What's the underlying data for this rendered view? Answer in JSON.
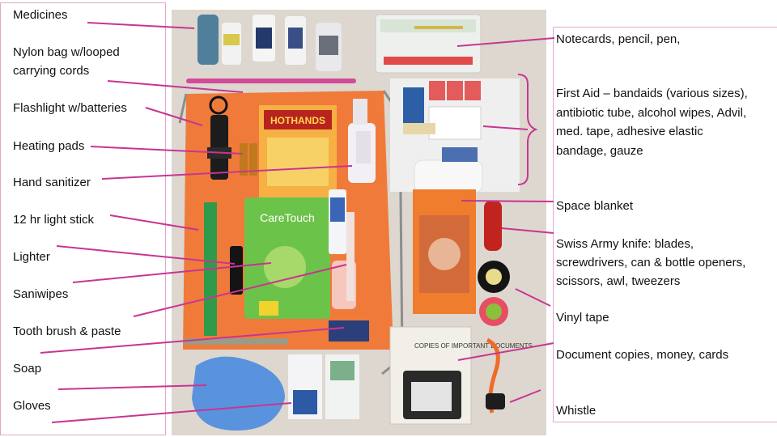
{
  "left_labels": [
    "Medicines",
    "Nylon bag w/looped",
    "carrying cords",
    "Flashlight w/batteries",
    "Heating pads",
    "Hand sanitizer",
    "12 hr light stick",
    "Lighter",
    "Saniwipes",
    "Tooth brush & paste",
    "Soap",
    "Gloves"
  ],
  "right_labels": [
    "Notecards, pencil, pen,",
    "First Aid – bandaids (various sizes),",
    "antibiotic tube, alcohol wipes, Advil,",
    "med. tape, adhesive elastic",
    "bandage, gauze",
    "Space blanket",
    "Swiss Army knife: blades,",
    "screwdrivers, can & bottle openers,",
    "scissors, awl, tweezers",
    "Vinyl tape",
    "Document copies, money, cards",
    "Whistle"
  ],
  "photo_text": {
    "hothands": "HOTHANDS",
    "caretouch": "CareTouch",
    "docs_note": "COPIES OF IMPORTANT DOCUMENTS"
  },
  "colors": {
    "leader": "#c83591",
    "panel_border": "#e3a6c6",
    "bag": "#f07a3a",
    "backdrop": "#ddd7cf"
  }
}
